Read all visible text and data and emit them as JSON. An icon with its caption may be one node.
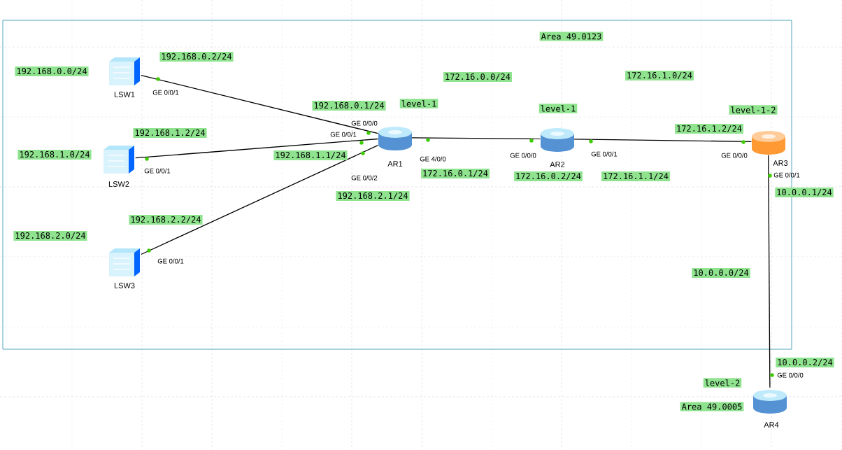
{
  "diagram": {
    "nodes": [
      {
        "text": [
          "Area 49.0123"
        ]
      },
      {
        "text": [
          "LSW1"
        ],
        "in": 0
      },
      {
        "text": [
          "LSW2"
        ],
        "in": 0
      },
      {
        "text": [
          "LSW3"
        ],
        "in": 0
      },
      {
        "text": [
          "AR1"
        ],
        "in": 0,
        "beside": [
          "level-1"
        ]
      },
      {
        "text": [
          "AR2"
        ],
        "in": 0,
        "beside": [
          "level-1"
        ]
      },
      {
        "text": [
          "AR3"
        ],
        "in": 0,
        "beside": [
          "level-1-2"
        ]
      },
      {
        "text": [
          "AR4"
        ],
        "beside": [
          "level-2"
        ]
      }
    ],
    "edges": [
      {
        "from": 1,
        "to": 4,
        "arrow": "none"
      },
      {
        "from": 2,
        "to": 4,
        "arrow": "none"
      },
      {
        "from": 3,
        "to": 4,
        "arrow": "none"
      },
      {
        "from": 4,
        "to": 5,
        "arrow": "none"
      },
      {
        "from": 5,
        "to": 6,
        "arrow": "none"
      },
      {
        "from": 6,
        "to": 7,
        "arrow": "none"
      }
    ],
    "labels": [
      "192.168.0.2/24",
      "192.168.0.0/24",
      "172.16.0.0/24",
      "172.16.1.0/24",
      "GE 0/0/1",
      "192.168.0.1/24",
      "GE 0/0/0",
      "192.168.1.2/24",
      "GE 0/0/1",
      "172.16.1.2/24",
      "192.168.1.0/24",
      "192.168.1.1/24",
      "GE 4/0/0",
      "GE 0/0/0",
      "GE 0/0/1",
      "GE 0/0/0",
      "GE 0/0/1",
      "GE 0/0/2",
      "172.16.0.1/24",
      "172.16.0.2/24",
      "172.16.1.1/24",
      "GE 0/0/1",
      "192.168.2.1/24",
      "10.0.0.1/24",
      "192.168.2.2/24",
      "192.168.2.0/24",
      "GE 0/0/1",
      "10.0.0.0/24",
      "10.0.0.2/24",
      "GE 0/0/0",
      "Area 49.0005"
    ]
  }
}
